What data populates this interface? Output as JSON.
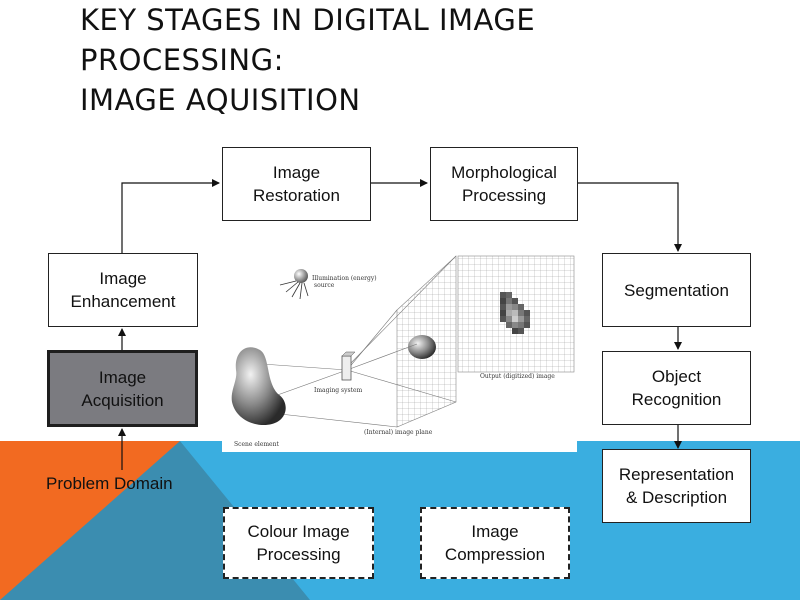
{
  "title": {
    "line1": "KEY STAGES IN DIGITAL IMAGE",
    "line2": "PROCESSING:",
    "line3": "IMAGE AQUISITION"
  },
  "boxes": {
    "image_restoration": "Image\nRestoration",
    "morphological_processing": "Morphological\nProcessing",
    "image_enhancement": "Image\nEnhancement",
    "image_acquisition": "Image\nAcquisition",
    "segmentation": "Segmentation",
    "object_recognition": "Object\nRecognition",
    "representation_description": "Representation\n& Description",
    "colour_image_processing": "Colour Image\nProcessing",
    "image_compression": "Image\nCompression"
  },
  "problem_domain": "Problem Domain",
  "figure": {
    "illumination": "Illumination (energy)",
    "source": "source",
    "output": "Output (digitized) image",
    "imaging_system": "Imaging system",
    "image_plane": "(Internal) image plane",
    "scene_element": "Scene element"
  },
  "colors": {
    "orange": "#f26a21",
    "blue": "#3aaee0",
    "teal": "#3b8db0",
    "selected_box": "#7b7b80"
  }
}
